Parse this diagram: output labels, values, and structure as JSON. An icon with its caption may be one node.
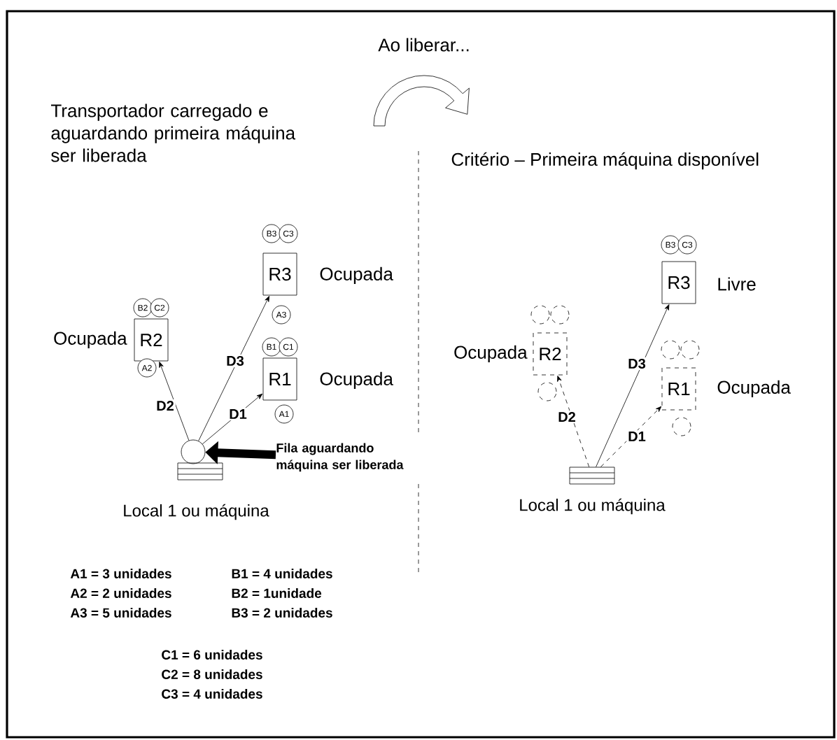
{
  "diagram": {
    "nodes": [
      {
        "text": [
          "R3"
        ],
        "beside": [
          "Ocupada"
        ]
      },
      {
        "text": [
          "B3"
        ]
      },
      {
        "text": [
          "C3"
        ]
      },
      {
        "text": [
          "A3"
        ]
      },
      {
        "text": [
          "R2"
        ],
        "beside": [
          "Ocupada"
        ]
      },
      {
        "text": [
          "B2"
        ]
      },
      {
        "text": [
          "C2"
        ]
      },
      {
        "text": [
          "A2"
        ]
      },
      {
        "text": [
          "R1"
        ],
        "beside": [
          "Ocupada"
        ]
      },
      {
        "text": [
          "B1"
        ]
      },
      {
        "text": [
          "C1"
        ]
      },
      {
        "text": [
          "A1"
        ]
      },
      {
        "text": [],
        "shape": "circle"
      },
      {
        "text": [
          "Fila aguardando máquina ser liberada"
        ]
      },
      {
        "text": [],
        "shape": "box",
        "beside": [
          "Local 1 ou máquina"
        ]
      },
      {
        "text": [
          "R3"
        ],
        "beside": [
          "Livre"
        ]
      },
      {
        "text": [
          "B3"
        ]
      },
      {
        "text": [
          "C3"
        ]
      },
      {
        "text": [
          "R2"
        ],
        "beside": [
          "Ocupada"
        ]
      },
      {
        "text": [],
        "shape": "circle"
      },
      {
        "text": [],
        "shape": "circle"
      },
      {
        "text": [],
        "shape": "circle"
      },
      {
        "text": [
          "R1"
        ],
        "beside": [
          "Ocupada"
        ]
      },
      {
        "text": [],
        "shape": "circle"
      },
      {
        "text": [],
        "shape": "circle"
      },
      {
        "text": [],
        "shape": "circle"
      },
      {
        "text": [],
        "shape": "box",
        "beside": [
          "Local 1 ou máquina"
        ]
      }
    ],
    "edges": [
      {
        "from": 12,
        "to": 4,
        "arrow": "to",
        "label": "D2"
      },
      {
        "from": 12,
        "to": 0,
        "arrow": "to",
        "label": "D3"
      },
      {
        "from": 12,
        "to": 8,
        "arrow": "to",
        "label": "D1"
      },
      {
        "from": 13,
        "to": 12,
        "arrow": "to",
        "style": "thick"
      },
      {
        "from": 26,
        "to": 18,
        "arrow": "to",
        "label": "D2",
        "style": "dashed"
      },
      {
        "from": 26,
        "to": 15,
        "arrow": "to",
        "label": "D3"
      },
      {
        "from": 26,
        "to": 22,
        "arrow": "to",
        "label": "D1",
        "style": "dashed"
      }
    ],
    "labels": [
      "Ao liberar...",
      "Transportador carregado e aguardando primeira máquina ser liberada",
      "Critério – Primeira máquina disponível",
      "A1 = 3 unidades",
      "B1 = 4 unidades",
      "A2 = 2 unidades",
      "B2 = 1unidade",
      "A3 = 5 unidades",
      "B3 = 2 unidades",
      "C1 = 6 unidades",
      "C2 = 8 unidades",
      "C3 = 4 unidades"
    ]
  }
}
